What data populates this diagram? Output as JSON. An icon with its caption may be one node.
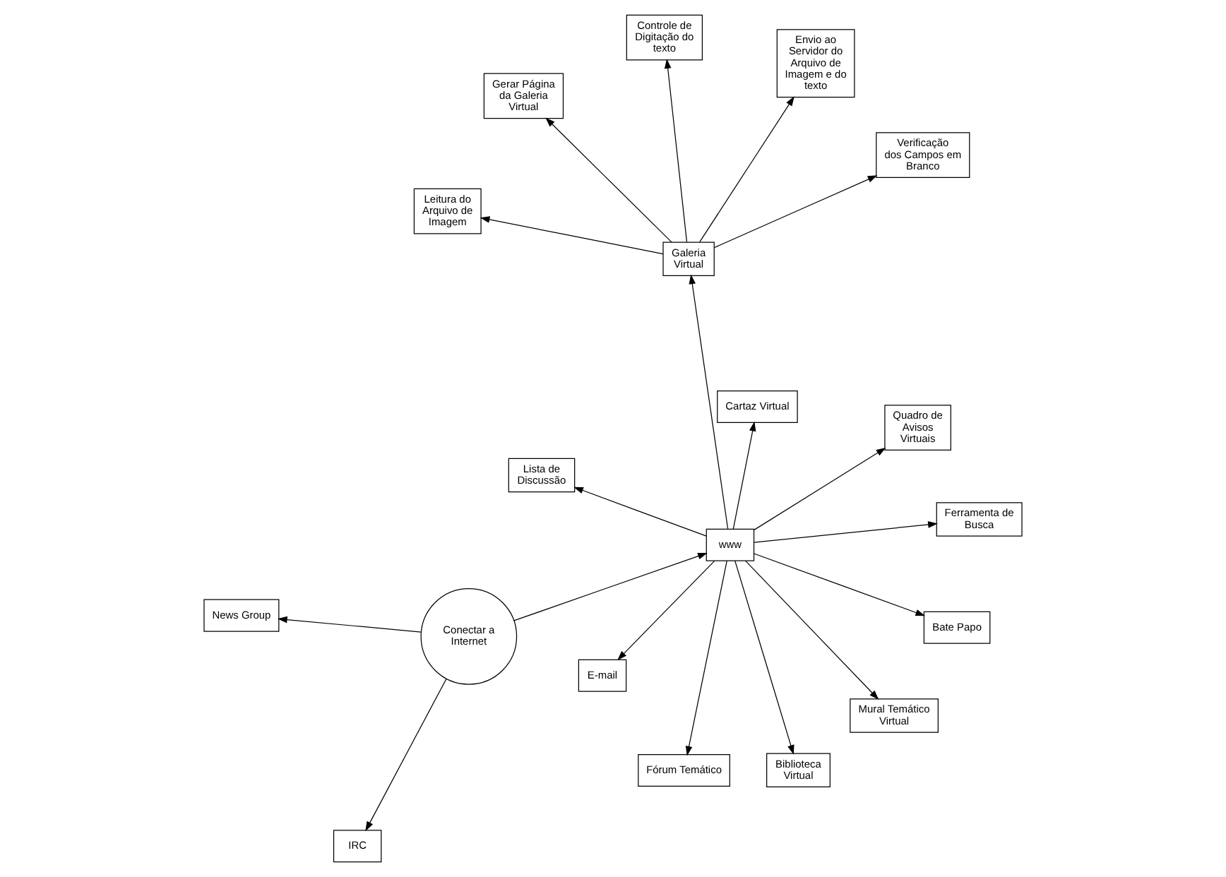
{
  "diagram": {
    "nodes": [
      {
        "text": [
          "Lista de Discussão"
        ]
      },
      {
        "text": [
          "Bate Papo"
        ]
      },
      {
        "text": [
          "Biblioteca Virtual"
        ]
      },
      {
        "text": [
          "News Group"
        ]
      },
      {
        "text": [
          "Quadro de Avisos Virtuais"
        ]
      },
      {
        "text": [
          "Conectar a Internet"
        ]
      },
      {
        "text": [
          "E-mail"
        ]
      },
      {
        "text": [
          "www"
        ]
      },
      {
        "text": [
          "IRC"
        ]
      },
      {
        "text": [
          "Mural Temático Virtual"
        ]
      },
      {
        "text": [
          "Fórum Temático"
        ]
      },
      {
        "text": [
          "Gerar Página da Galeria Virtual"
        ]
      },
      {
        "text": [
          "Galeria Virtual"
        ]
      },
      {
        "text": [
          "Ferramenta de Busca"
        ]
      },
      {
        "text": [
          "Cartaz Virtual"
        ]
      },
      {
        "text": [
          "Leitura do Arquivo de Imagem"
        ]
      },
      {
        "text": [
          "Verificação dos Campos em Branco"
        ]
      },
      {
        "text": [
          "Envio ao Servidor do Arquivo de Imagem e do texto"
        ]
      },
      {
        "text": [
          "Controle de Digitação do texto"
        ]
      }
    ],
    "edges": [
      {
        "from": 7,
        "to": 0,
        "arrow": "to"
      },
      {
        "from": 7,
        "to": 1,
        "arrow": "to"
      },
      {
        "from": 7,
        "to": 2,
        "arrow": "to"
      },
      {
        "from": 7,
        "to": 4,
        "arrow": "to"
      },
      {
        "from": 5,
        "to": 7,
        "arrow": "to"
      },
      {
        "from": 5,
        "to": 3,
        "arrow": "to"
      },
      {
        "from": 5,
        "to": 8,
        "arrow": "to"
      },
      {
        "from": 7,
        "to": 6,
        "arrow": "to"
      },
      {
        "from": 7,
        "to": 9,
        "arrow": "to"
      },
      {
        "from": 7,
        "to": 13,
        "arrow": "to"
      },
      {
        "from": 7,
        "to": 14,
        "arrow": "to"
      },
      {
        "from": 7,
        "to": 12,
        "arrow": "to"
      },
      {
        "from": 7,
        "to": 10,
        "arrow": "to"
      },
      {
        "from": 12,
        "to": 11,
        "arrow": "to"
      },
      {
        "from": 12,
        "to": 15,
        "arrow": "to"
      },
      {
        "from": 12,
        "to": 18,
        "arrow": "to"
      },
      {
        "from": 12,
        "to": 17,
        "arrow": "to"
      },
      {
        "from": 12,
        "to": 16,
        "arrow": "to"
      }
    ]
  }
}
